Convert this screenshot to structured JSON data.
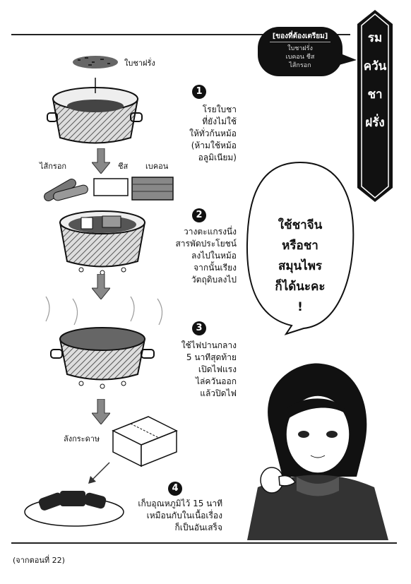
{
  "requirements": {
    "title": "[ของที่ต้องเตรียม]",
    "items": "ใบชาฝรั่ง\nเบคอน ชีส\nไส้กรอก"
  },
  "banner": {
    "lines": [
      "รม",
      "ควัน",
      "ชา",
      "ฝรั่ง"
    ]
  },
  "labels": {
    "tea_leaves": "ใบชาฝรั่ง",
    "sausage": "ไส้กรอก",
    "cheese": "ชีส",
    "bacon": "เบคอน",
    "box": "ลังกระดาษ"
  },
  "steps": [
    {
      "num": "1",
      "text": "โรยใบชา\nที่ยังไม่ใช้\nให้ทั่วก้นหม้อ\n(ห้ามใช้หม้อ\nอลูมิเนียม)"
    },
    {
      "num": "2",
      "text": "วางตะแกรงนึ่ง\nสารพัดประโยชน์\nลงไปในหม้อ\nจากนั้นเรียง\nวัตถุดิบลงไป"
    },
    {
      "num": "3",
      "text": "ใช้ไฟปานกลาง\n5 นาทีสุดท้าย\nเปิดไฟแรง\nไล่ควันออก\nแล้วปิดไฟ"
    },
    {
      "num": "4",
      "text": "เก็บอุณหภูมิไว้ 15 นาที\nเหมือนกับในเนื้อเรื่อง\nก็เป็นอันเสร็จ"
    }
  ],
  "speech": {
    "text": "ใช้ชาจีน\nหรือชา\nสมุนไพร\nก็ได้นะคะ\n!"
  },
  "footer": {
    "source": "(จากตอนที่ 22)"
  }
}
